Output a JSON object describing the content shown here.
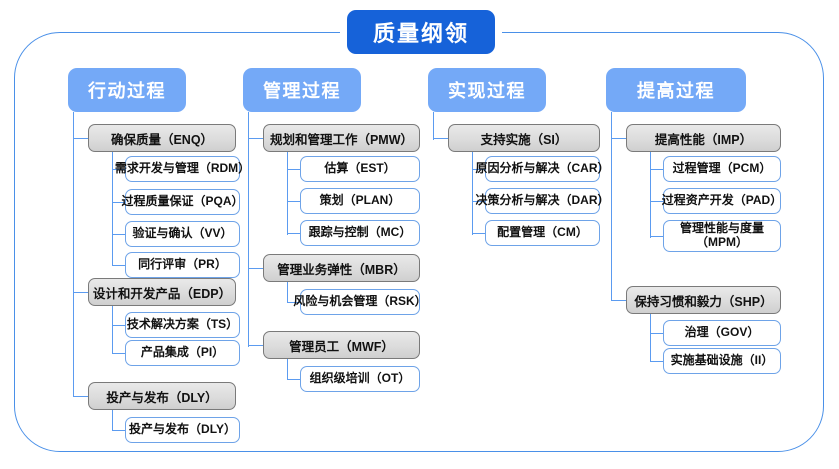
{
  "diagram": {
    "title": "质量纲领",
    "accent_blue": "#1662d9",
    "header_blue": "#74a9f7",
    "frame_blue": "#4a90e8",
    "group_gray": "#dcdcdc",
    "columns": [
      {
        "header": "行动过程",
        "groups": [
          {
            "label": "确保质量（ENQ）",
            "items": [
              "需求开发与管理（RDM）",
              "过程质量保证（PQA）",
              "验证与确认（VV）",
              "同行评审（PR）"
            ]
          },
          {
            "label": "设计和开发产品（EDP）",
            "items": [
              "技术解决方案（TS）",
              "产品集成（PI）"
            ]
          },
          {
            "label": "投产与发布（DLY）",
            "items": [
              "投产与发布（DLY）"
            ]
          }
        ]
      },
      {
        "header": "管理过程",
        "groups": [
          {
            "label": "规划和管理工作（PMW）",
            "items": [
              "估算（EST）",
              "策划（PLAN）",
              "跟踪与控制（MC）"
            ]
          },
          {
            "label": "管理业务弹性（MBR）",
            "items": [
              "风险与机会管理（RSK）"
            ]
          },
          {
            "label": "管理员工（MWF）",
            "items": [
              "组织级培训（OT）"
            ]
          }
        ]
      },
      {
        "header": "实现过程",
        "groups": [
          {
            "label": "支持实施（SI）",
            "items": [
              "原因分析与解决（CAR）",
              "决策分析与解决（DAR）",
              "配置管理（CM）"
            ]
          }
        ]
      },
      {
        "header": "提高过程",
        "groups": [
          {
            "label": "提高性能（IMP）",
            "items": [
              "过程管理（PCM）",
              "过程资产开发（PAD）",
              "管理性能与度量\n（MPM）"
            ]
          },
          {
            "label": "保持习惯和毅力（SHP）",
            "items": [
              "治理（GOV）",
              "实施基础设施（II）"
            ]
          }
        ]
      }
    ]
  }
}
